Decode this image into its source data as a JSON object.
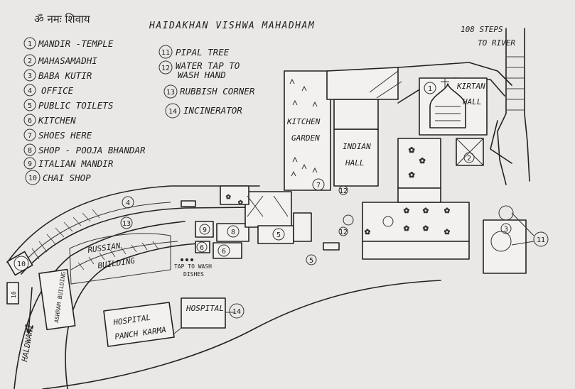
{
  "header": {
    "invocation": "ॐ नमः शिवाय",
    "title": "HAIDAKHAN VISHWA MAHADHAM"
  },
  "legend": [
    {
      "n": "1",
      "label": "MANDIR -TEMPLE"
    },
    {
      "n": "2",
      "label": "MAHASAMADHI"
    },
    {
      "n": "3",
      "label": "BABA KUTIR"
    },
    {
      "n": "4",
      "label": "OFFICE"
    },
    {
      "n": "5",
      "label": "PUBLIC TOILETS"
    },
    {
      "n": "6",
      "label": "KITCHEN"
    },
    {
      "n": "7",
      "label": "SHOES HERE"
    },
    {
      "n": "8",
      "label": "SHOP - POOJA BHANDAR"
    },
    {
      "n": "9",
      "label": "ITALIAN MANDIR"
    },
    {
      "n": "10",
      "label": "CHAI SHOP"
    },
    {
      "n": "11",
      "label": "PIPAL TREE"
    },
    {
      "n": "12",
      "label": "WATER TAP TO",
      "label2": "WASH HAND"
    },
    {
      "n": "13",
      "label": "RUBBISH CORNER"
    },
    {
      "n": "14",
      "label": "INCINERATOR"
    }
  ],
  "places": {
    "steps": "108 STEPS",
    "river": "TO RIVER",
    "kirtan1": "KIRTAN",
    "kirtan2": "HALL",
    "kitchen1": "KITCHEN",
    "kitchen2": "GARDEN",
    "indian1": "INDIAN",
    "indian2": "HALL",
    "russian1": "RUSSIAN",
    "russian2": "BUILDING",
    "tap1": "TAP TO WASH",
    "tap2": "DISHES",
    "hospital_a1": "HOSPITAL",
    "hospital_a2": "PANCH KARMA",
    "hospital_b": "HOSPITAL",
    "haldwani": "HALDWANI",
    "ashram_building": "ASHRAM BUILDING"
  },
  "markers": [
    "1",
    "2",
    "3",
    "4",
    "5",
    "6",
    "7",
    "8",
    "9",
    "10",
    "11",
    "12",
    "13",
    "14"
  ]
}
